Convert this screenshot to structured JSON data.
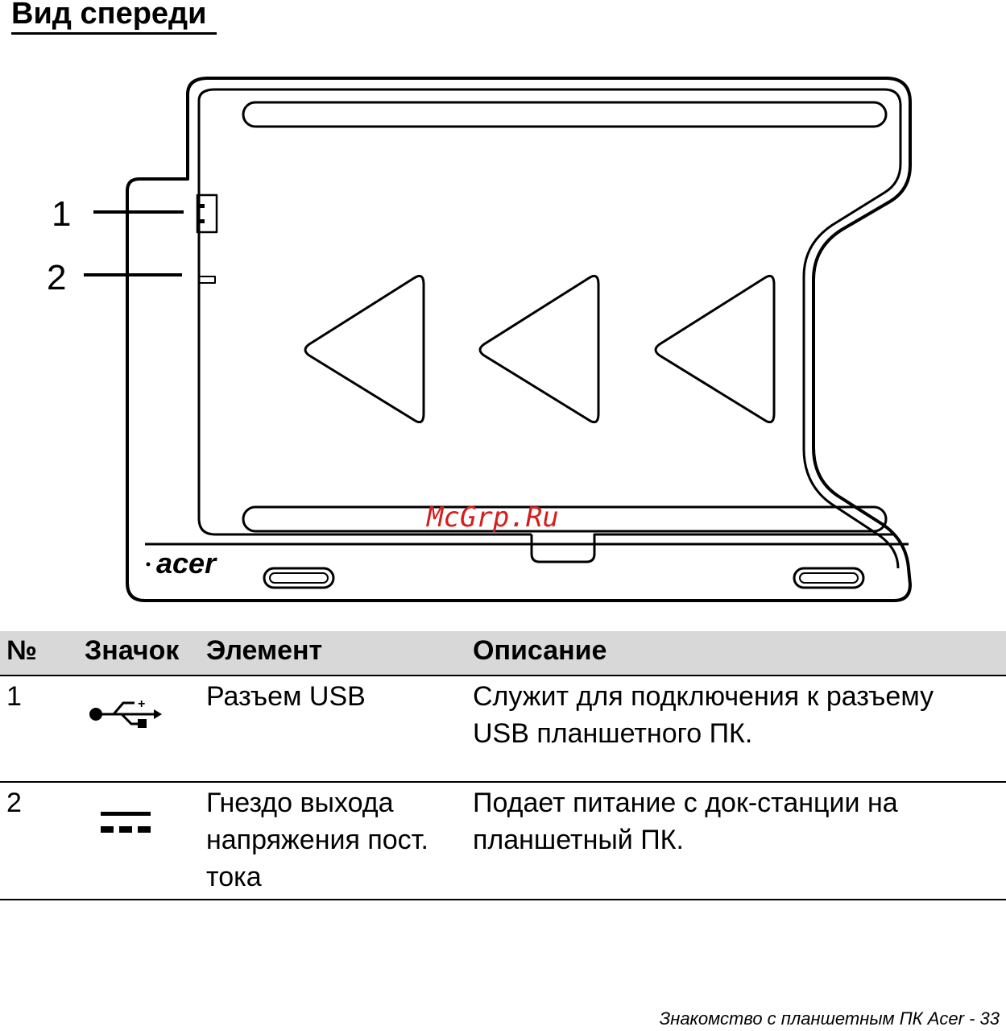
{
  "section": {
    "title": "Вид спереди"
  },
  "diagram": {
    "callouts": [
      "1",
      "2"
    ],
    "brand": "acer",
    "watermark": "McGrp.Ru"
  },
  "table": {
    "headers": [
      "№",
      "Значок",
      "Элемент",
      "Описание"
    ],
    "rows": [
      {
        "num": "1",
        "icon": "usb-icon",
        "element": "Разъем USB",
        "description": "Служит для подключения к разъему USB планшетного ПК."
      },
      {
        "num": "2",
        "icon": "dc-power-icon",
        "element": "Гнездо выхода напряжения пост. тока",
        "description": "Подает питание с док-станции на планшетный ПК."
      }
    ]
  },
  "footer": {
    "text": "Знакомство с планшетным ПК Acer -  33"
  }
}
